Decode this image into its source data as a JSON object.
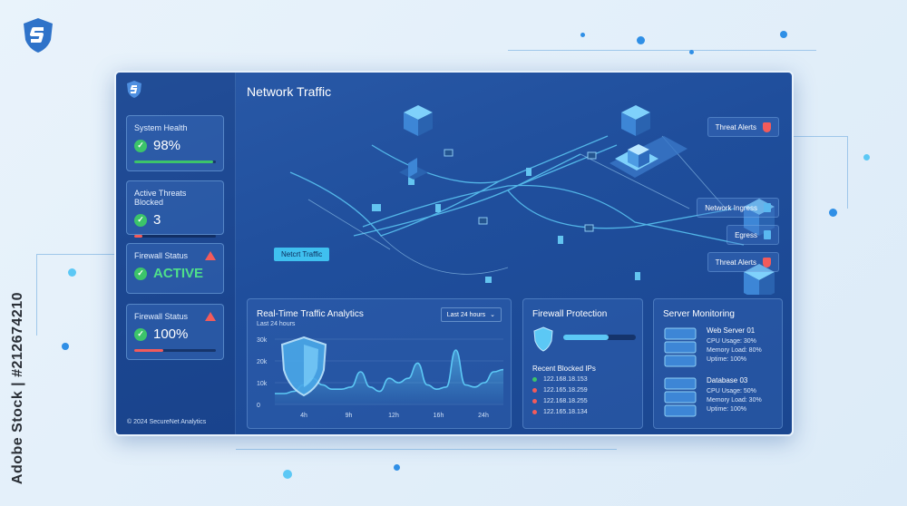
{
  "stock_tag": "Adobe Stock | #212674210",
  "window": {
    "title": "Network Traffic",
    "copyright": "© 2024 SecureNet Analytics"
  },
  "sidebar": {
    "cards": [
      {
        "label": "System Health",
        "value": "98%",
        "icon": "check-icon",
        "bar_fraction": 0.97,
        "bar_color": "#3cc46a"
      },
      {
        "label": "Active Threats Blocked",
        "value": "3",
        "icon": "check-icon",
        "bar_fraction": 0.1,
        "bar_color": "#f25b5b"
      },
      {
        "label": "Firewall Status",
        "value": "ACTIVE",
        "icon": "check-icon",
        "alert": "warning-icon"
      },
      {
        "label": "Firewall Status",
        "value": "100%",
        "icon": "check-icon",
        "alert": "warning-icon",
        "bar_fraction": 0.36,
        "bar_color": "#f25b5b"
      }
    ]
  },
  "network": {
    "label": "Netcrt Traffic",
    "side_labels": [
      {
        "text": "Threat Alerts",
        "icon": "shield-alert-icon"
      },
      {
        "text": "Network Ingress",
        "icon": "document-icon"
      },
      {
        "text": "Egress",
        "icon": "document-icon"
      },
      {
        "text": "Threat Alerts",
        "icon": "shield-alert-icon"
      }
    ]
  },
  "analytics": {
    "title": "Real-Time Traffic Analytics",
    "subtitle": "Last 24 hours",
    "range_select": "Last 24 hours",
    "chevron": "chevron-down-icon",
    "y_labels": [
      "30k",
      "20k",
      "10k",
      "0"
    ],
    "x_labels": [
      "4h",
      "9h",
      "12h",
      "16h",
      "24h"
    ]
  },
  "chart_data": {
    "type": "area",
    "title": "Real-Time Traffic Analytics",
    "x": [
      0,
      1,
      2,
      3,
      4,
      5,
      6,
      7,
      8,
      9,
      10,
      11,
      12,
      13,
      14,
      15,
      16,
      17,
      18,
      19,
      20,
      21,
      22,
      23,
      24
    ],
    "values": [
      5,
      5,
      6,
      9,
      12,
      9,
      7,
      7,
      8,
      15,
      8,
      6,
      12,
      10,
      12,
      19,
      9,
      7,
      8,
      25,
      9,
      8,
      10,
      15,
      16
    ],
    "ylim": [
      0,
      30
    ],
    "xlabel": "",
    "ylabel": "",
    "color": "#5cc8f5"
  },
  "firewall": {
    "title": "Firewall Protection",
    "progress": 0.62,
    "blocked_title": "Recent Blocked IPs",
    "ips": [
      {
        "ip": "122.168.18.153",
        "color": "#3cc46a"
      },
      {
        "ip": "122.165.18.259",
        "color": "#f25b5b"
      },
      {
        "ip": "122.168.18.255",
        "color": "#f25b5b"
      },
      {
        "ip": "122.165.18.134",
        "color": "#f25b5b"
      }
    ]
  },
  "servers": {
    "title": "Server Monitoring",
    "items": [
      {
        "name": "Web Server 01",
        "cpu": "CPU Usage: 30%",
        "memory": "Memory Load: 80%",
        "uptime": "Uptime: 100%"
      },
      {
        "name": "Database 03",
        "cpu": "CPU Usage: 50%",
        "memory": "Memory Load: 30%",
        "uptime": "Uptime: 100%"
      }
    ]
  },
  "colors": {
    "accent": "#3fc0ef",
    "ok": "#3cc46a",
    "alert": "#f25b5b",
    "panel": "#2a5aa8"
  }
}
